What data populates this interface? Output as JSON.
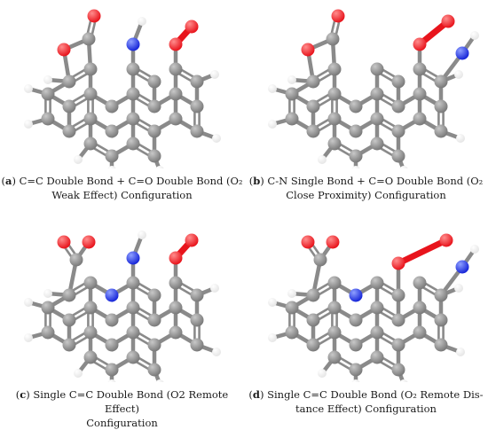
{
  "panels": [
    {
      "label": "a",
      "caption_line1": "C=C Double Bond + C=O Double Bond (O₂",
      "caption_line2": "Weak Effect) Configuration",
      "variant": "a"
    },
    {
      "label": "b",
      "caption_line1": "C-N Single Bond + C=O Double Bond (O₂",
      "caption_line2": "Close Proximity) Configuration",
      "variant": "b"
    },
    {
      "label": "c",
      "caption_line1": "Single C=C Double Bond (O2 Remote Effect)",
      "caption_line2": "Configuration",
      "variant": "c"
    },
    {
      "label": "d",
      "caption_line1": "Single C=C Double Bond (O₂ Remote Dis-",
      "caption_line2": "tance Effect) Configuration",
      "variant": "d"
    }
  ],
  "colors": {
    "carbon": "#7a7a7a",
    "carbon_hi": "#c8c8c8",
    "oxygen": "#e8141c",
    "oxygen_hi": "#ff8c8c",
    "nitrogen": "#1726d8",
    "nitrogen_hi": "#8fa0ff",
    "hydrogen": "#e6e6e6",
    "hydrogen_hi": "#ffffff",
    "bond": "#8a8a8a"
  }
}
